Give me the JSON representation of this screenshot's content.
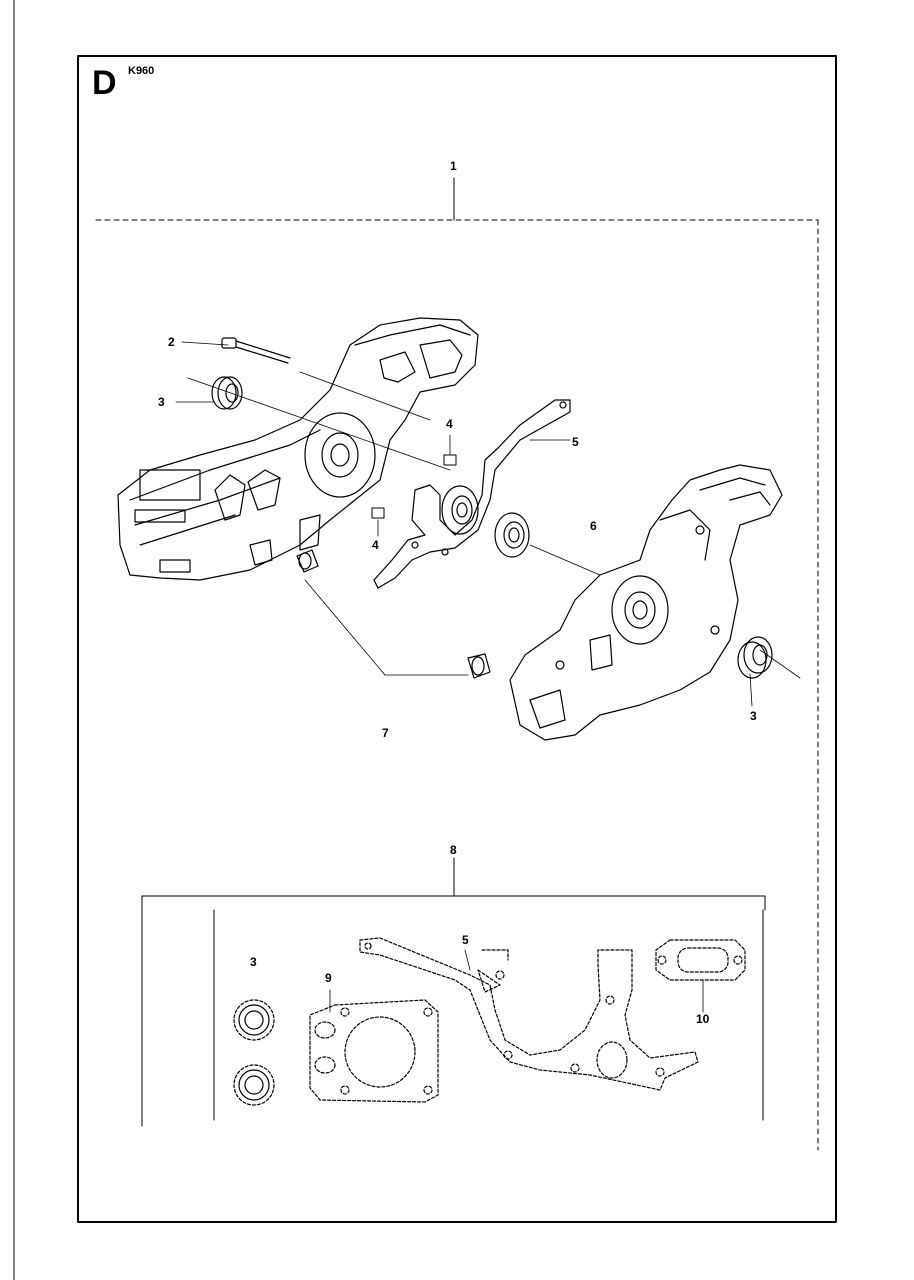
{
  "header": {
    "section_letter": "D",
    "model": "K960"
  },
  "callouts": [
    {
      "id": "c1",
      "label": "1"
    },
    {
      "id": "c2",
      "label": "2"
    },
    {
      "id": "c3a",
      "label": "3"
    },
    {
      "id": "c4a",
      "label": "4"
    },
    {
      "id": "c5a",
      "label": "5"
    },
    {
      "id": "c4b",
      "label": "4"
    },
    {
      "id": "c6",
      "label": "6"
    },
    {
      "id": "c3b",
      "label": "3"
    },
    {
      "id": "c7",
      "label": "7"
    },
    {
      "id": "c8",
      "label": "8"
    },
    {
      "id": "c5b",
      "label": "5"
    },
    {
      "id": "c3c",
      "label": "3"
    },
    {
      "id": "c9",
      "label": "9"
    },
    {
      "id": "c10",
      "label": "10"
    }
  ]
}
